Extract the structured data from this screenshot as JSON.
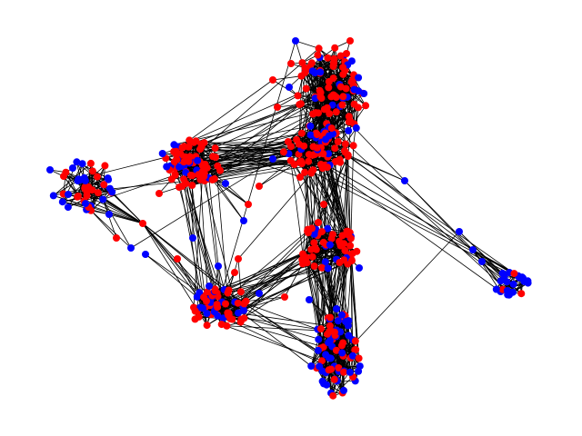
{
  "graph": {
    "type": "network",
    "node_colors": {
      "primary": "#ff0000",
      "secondary": "#0000ff"
    },
    "edge_color": "#000000",
    "background": "#ffffff",
    "communities": [
      {
        "name": "top-cluster",
        "red_ratio": 0.75
      },
      {
        "name": "center-upper-cluster",
        "red_ratio": 0.8
      },
      {
        "name": "left-upper-cluster",
        "red_ratio": 0.8
      },
      {
        "name": "far-left-cluster",
        "red_ratio": 0.55
      },
      {
        "name": "center-cluster",
        "red_ratio": 0.8
      },
      {
        "name": "bottom-left-cluster",
        "red_ratio": 0.65
      },
      {
        "name": "bottom-cluster",
        "red_ratio": 0.55
      },
      {
        "name": "right-cluster",
        "red_ratio": 0.1
      }
    ]
  }
}
